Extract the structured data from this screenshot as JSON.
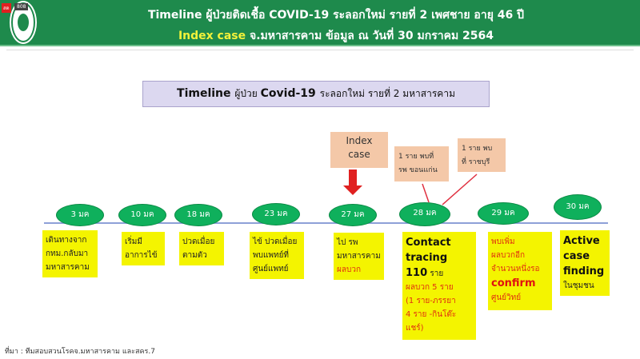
{
  "header": {
    "title": "Timeline ผู้ป่วยติดเชื้อ COVID-19 ระลอกใหม่ รายที่ 2 เพศชาย อายุ 46 ปี",
    "sub_highlight": "Index case",
    "sub_rest": " จ.มหาสารคาม ข้อมูล ณ วันที่ 30 มกราคม 2564",
    "live": "สด",
    "views": "808"
  },
  "slide": {
    "title_bold1": "Timeline ",
    "title_s1": "ผู้ป่วย ",
    "title_bold2": "Covid-19 ",
    "title_s2": "ระลอกใหม่ รายที่ 2 มหาสารคาม",
    "dates": [
      "3 มค",
      "10 มค",
      "18 มค",
      "23 มค",
      "27 มค",
      "28 มค",
      "29 มค",
      "30 มค"
    ],
    "notes": {
      "n1": [
        "เดินทางจาก",
        "กทม.กลับมา",
        "มหาสารคาม"
      ],
      "n2": [
        "เริ่มมี",
        "อาการไข้"
      ],
      "n3": [
        "ปวดเมื่อย",
        "ตามตัว"
      ],
      "n4": [
        "ไข้ ปวดเมื่อย",
        "พบแพทย์ที่",
        "ศูนย์แพทย์"
      ],
      "n5": [
        "ไป รพ",
        "มหาสารคาม",
        "ผลบวก"
      ],
      "n6": [
        "Contact",
        "tracing",
        "110",
        "ราย",
        "ผลบวก 5 ราย",
        "(1 ราย-ภรรยา",
        "4 ราย -กินโต๊ะ",
        "แชร์)"
      ],
      "n7": [
        "พบเพิ่ม",
        "ผลบวกอีก",
        "จำนวนหนึ่งรอ",
        "confirm",
        "ศูนย์วิทย์"
      ],
      "n8": [
        "Active",
        "case",
        "finding",
        "ในชุมชน"
      ]
    },
    "index_case": [
      "Index",
      "case"
    ],
    "callout1": [
      "1 ราย พบที่",
      "รพ ขอนแก่น"
    ],
    "callout2": [
      "1 ราย พบ",
      "ที่ ราชบุรี"
    ],
    "source": "ที่มา : ทีมสอบสวนโรคจ.มหาสารคาม และสคร.7"
  },
  "colors": {
    "header": "#1e8a4c",
    "highlight": "#f2f23a",
    "note": "#f4f400",
    "ellipse": "#0fb05c",
    "arrow": "#e02020"
  }
}
